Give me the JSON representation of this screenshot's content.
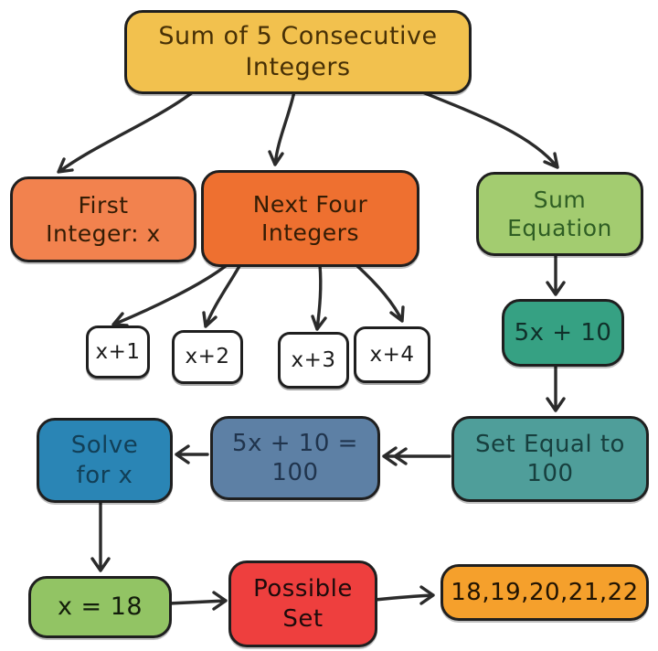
{
  "diagram": {
    "title": "Sum of 5 Consecutive Integers flowchart",
    "nodes": {
      "title": {
        "label": "Sum of 5 Consecutive\nIntegers",
        "fill": "#F2C14E",
        "text_color": "#473006"
      },
      "first_integer": {
        "label": "First\nInteger: x",
        "fill": "#F2824E",
        "text_color": "#331C05"
      },
      "next_four": {
        "label": "Next Four\nIntegers",
        "fill": "#EE7030",
        "text_color": "#331C05"
      },
      "sum_equation": {
        "label": "Sum\nEquation",
        "fill": "#A3CC70",
        "text_color": "#2F5E24"
      },
      "x_plus_1": {
        "label": "x+1",
        "fill": "#FFFFFF",
        "text_color": "#1C1C1C"
      },
      "x_plus_2": {
        "label": "x+2",
        "fill": "#FFFFFF",
        "text_color": "#1C1C1C"
      },
      "x_plus_3": {
        "label": "x+3",
        "fill": "#FFFFFF",
        "text_color": "#1C1C1C"
      },
      "x_plus_4": {
        "label": "x+4",
        "fill": "#FFFFFF",
        "text_color": "#1C1C1C"
      },
      "five_x_plus_10": {
        "label": "5x + 10",
        "fill": "#36A183",
        "text_color": "#10302A"
      },
      "set_equal_100": {
        "label": "Set Equal to\n100",
        "fill": "#4F9E9A",
        "text_color": "#173F3E"
      },
      "equation_100": {
        "label": "5x + 10 =\n100",
        "fill": "#5D80A5",
        "text_color": "#20344D"
      },
      "solve_for_x": {
        "label": "Solve\nfor x",
        "fill": "#2A85B5",
        "text_color": "#123F57"
      },
      "x_equals_18": {
        "label": "x = 18",
        "fill": "#92C464",
        "text_color": "#131D0B"
      },
      "possible_set": {
        "label": "Possible\nSet",
        "fill": "#EE3F3E",
        "text_color": "#1D0B0B"
      },
      "result_set": {
        "label": "18,19,20,21,22",
        "fill": "#F5A02C",
        "text_color": "#201303"
      }
    },
    "edges": [
      {
        "from": "title",
        "to": "first_integer"
      },
      {
        "from": "title",
        "to": "next_four"
      },
      {
        "from": "title",
        "to": "sum_equation"
      },
      {
        "from": "next_four",
        "to": "x_plus_1"
      },
      {
        "from": "next_four",
        "to": "x_plus_2"
      },
      {
        "from": "next_four",
        "to": "x_plus_3"
      },
      {
        "from": "next_four",
        "to": "x_plus_4"
      },
      {
        "from": "sum_equation",
        "to": "five_x_plus_10"
      },
      {
        "from": "five_x_plus_10",
        "to": "set_equal_100"
      },
      {
        "from": "set_equal_100",
        "to": "equation_100"
      },
      {
        "from": "equation_100",
        "to": "solve_for_x"
      },
      {
        "from": "solve_for_x",
        "to": "x_equals_18"
      },
      {
        "from": "x_equals_18",
        "to": "possible_set"
      },
      {
        "from": "possible_set",
        "to": "result_set"
      }
    ],
    "palette": {
      "background": "#FFFFFF",
      "outline": "#1F1F1F",
      "arrow": "#2B2B2B",
      "yellow": "#F2C14E",
      "orange_light": "#F2824E",
      "orange": "#EE7030",
      "orange_result": "#F5A02C",
      "green_light": "#A3CC70",
      "green": "#92C464",
      "teal": "#36A183",
      "teal_gray": "#4F9E9A",
      "slate_blue": "#5D80A5",
      "blue": "#2A85B5",
      "red": "#EE3F3E"
    }
  }
}
